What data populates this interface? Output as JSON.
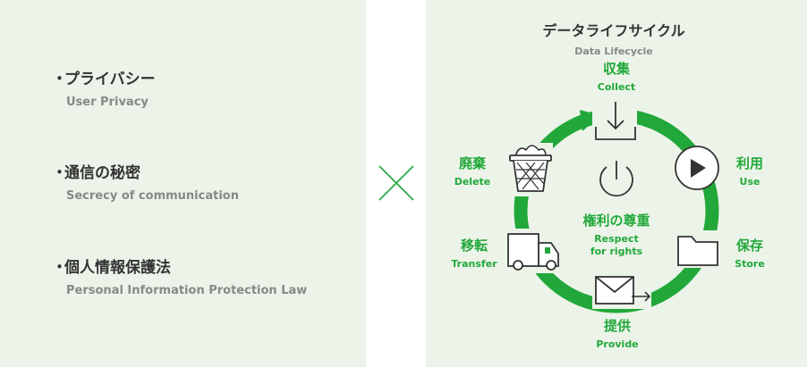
{
  "left": {
    "bullet": "・",
    "items": [
      {
        "jp": "プライバシー",
        "en": "User Privacy"
      },
      {
        "jp": "通信の秘密",
        "en": "Secrecy of communication"
      },
      {
        "jp": "個人情報保護法",
        "en": "Personal Information Protection Law"
      }
    ]
  },
  "lifecycle": {
    "title": "データライフサイクル",
    "subtitle": "Data Lifecycle",
    "center": {
      "jp": "権利の尊重",
      "en1": "Respect",
      "en2": "for rights"
    },
    "stages": {
      "collect": {
        "jp": "収集",
        "en": "Collect",
        "icon": "download-icon"
      },
      "use": {
        "jp": "利用",
        "en": "Use",
        "icon": "play-icon"
      },
      "store": {
        "jp": "保存",
        "en": "Store",
        "icon": "folder-icon"
      },
      "provide": {
        "jp": "提供",
        "en": "Provide",
        "icon": "envelope-icon"
      },
      "transfer": {
        "jp": "移転",
        "en": "Transfer",
        "icon": "truck-icon"
      },
      "delete": {
        "jp": "廃棄",
        "en": "Delete",
        "icon": "trash-bin-icon"
      }
    }
  },
  "colors": {
    "accent": "#22a83a",
    "panel_bg": "#ecf4e9",
    "text_dark": "#333333",
    "text_muted": "#888888"
  }
}
